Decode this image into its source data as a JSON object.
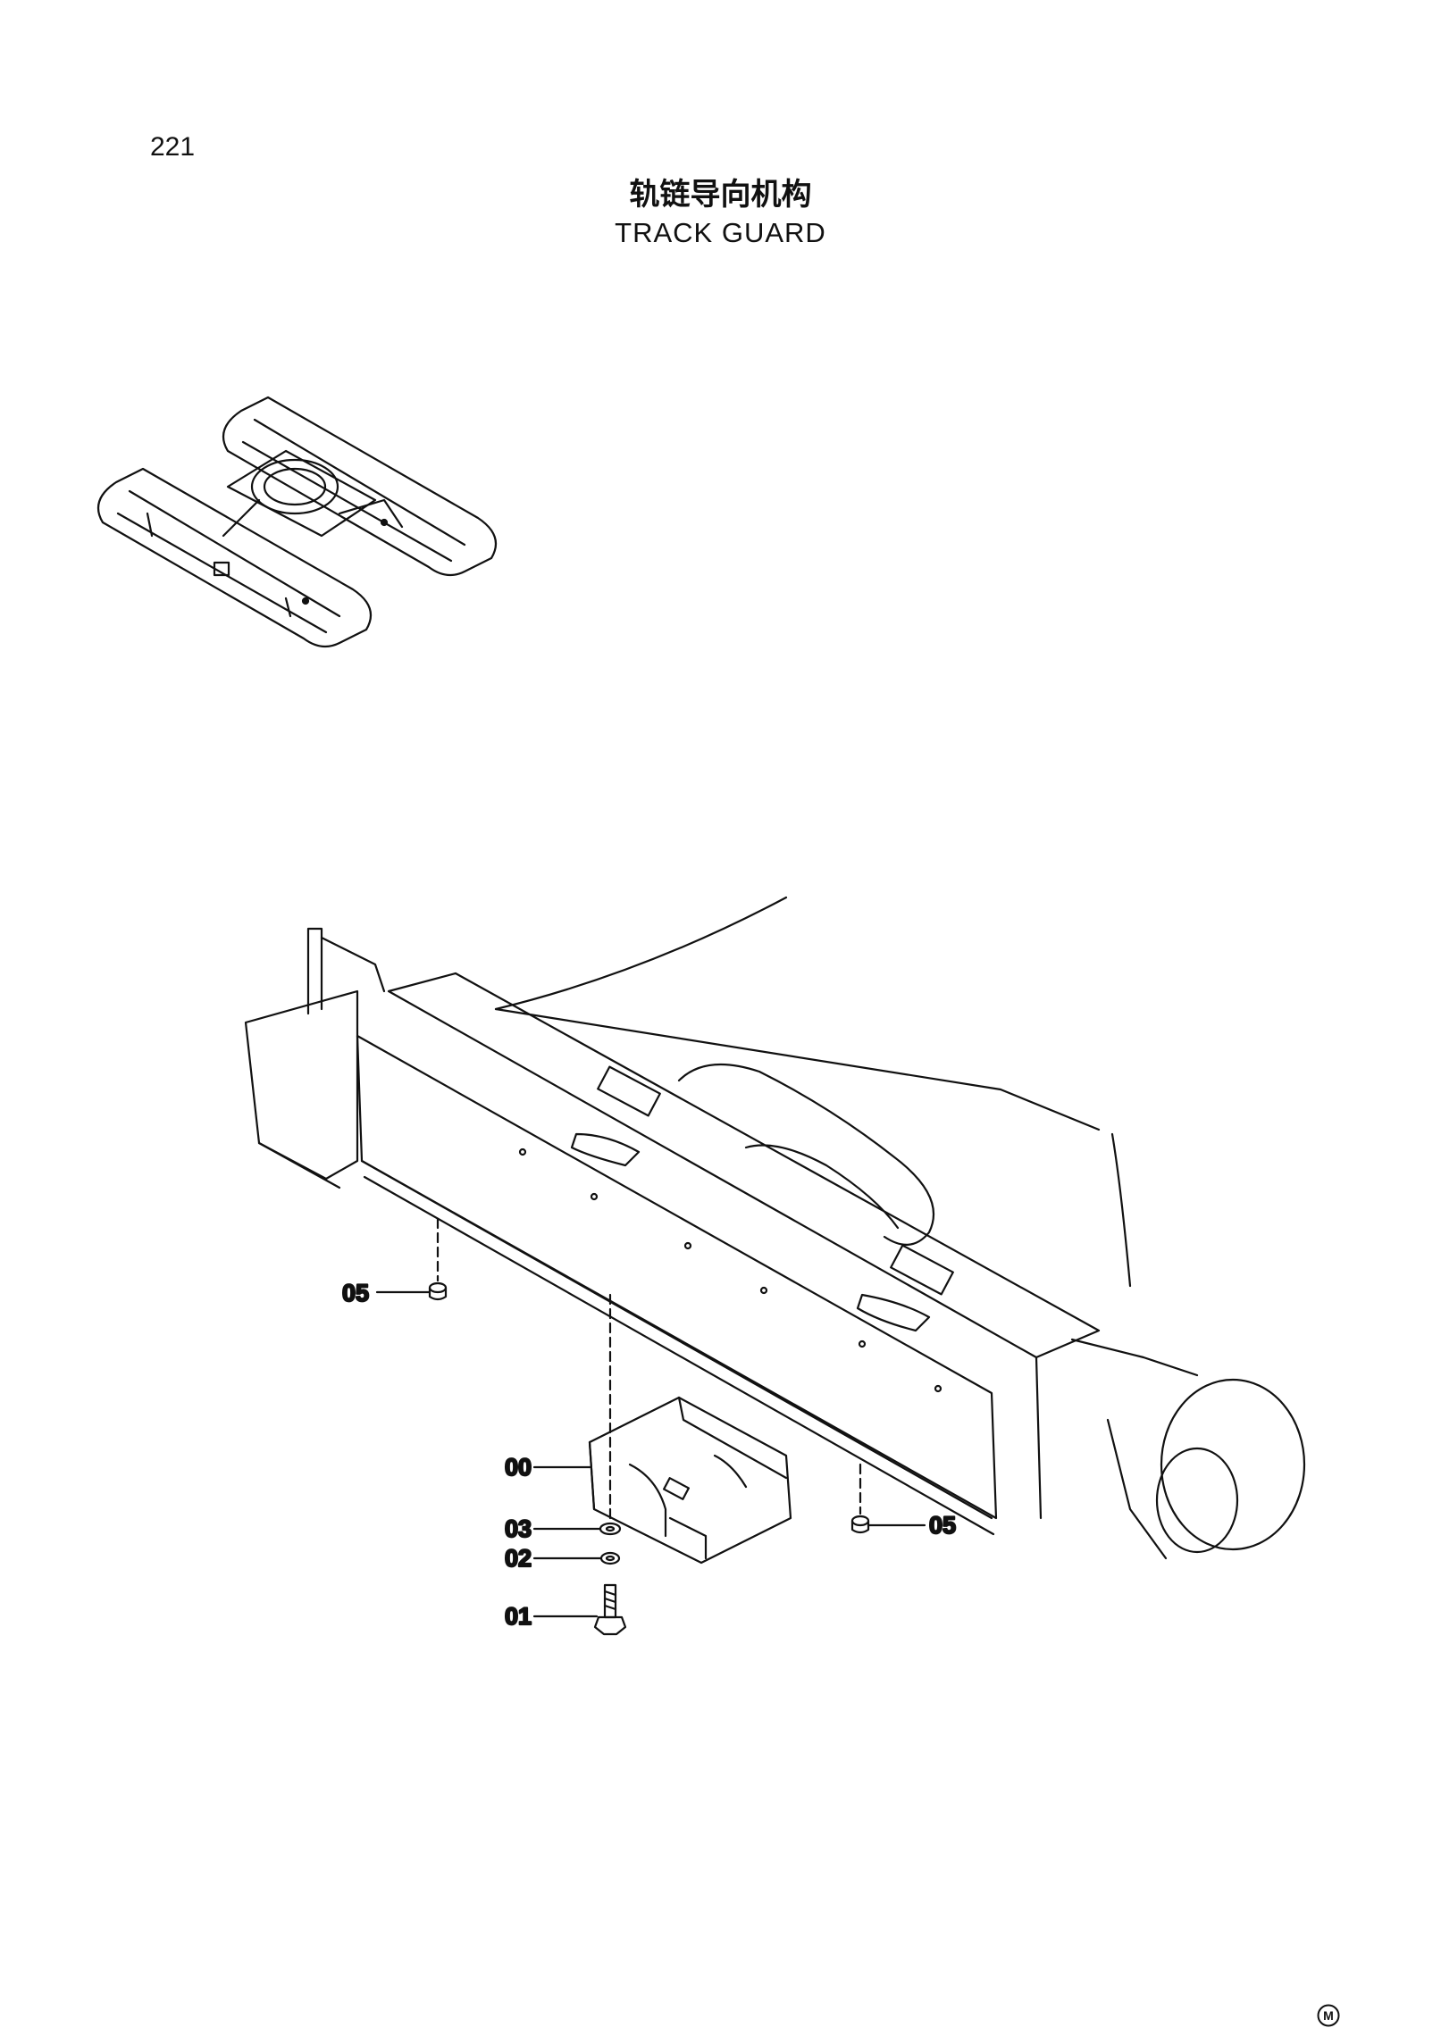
{
  "page": {
    "number": "221",
    "title_cn": "轨链导向机构",
    "title_en": "TRACK GUARD"
  },
  "callouts": [
    {
      "id": "05",
      "label": "05"
    },
    {
      "id": "00",
      "label": "00"
    },
    {
      "id": "03",
      "label": "03"
    },
    {
      "id": "02",
      "label": "02"
    },
    {
      "id": "01",
      "label": "01"
    },
    {
      "id": "05b",
      "label": "05"
    }
  ],
  "footer": {
    "mark": "M"
  }
}
